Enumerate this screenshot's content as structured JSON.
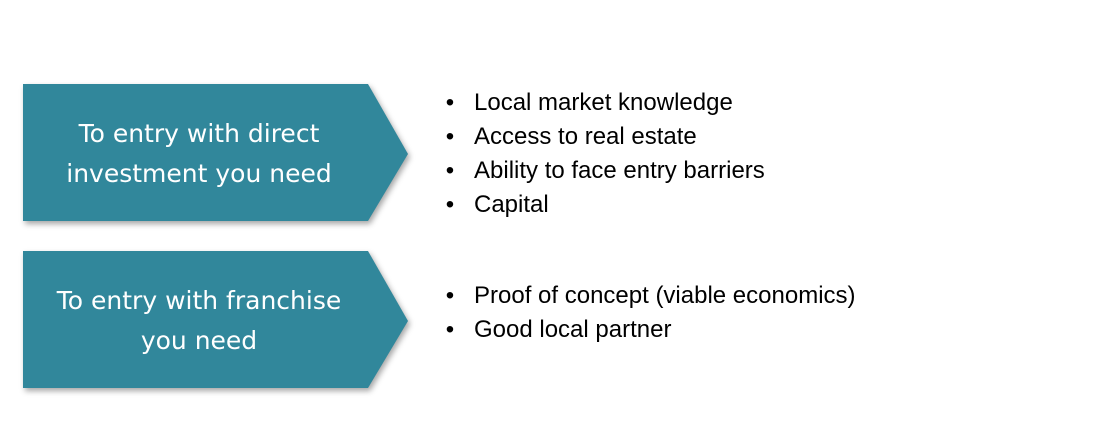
{
  "colors": {
    "arrow_fill": "#31879b",
    "arrow_text": "#ffffff",
    "bullet_text": "#000000"
  },
  "rows": [
    {
      "arrow_label": "To entry with direct\ninvestment you need",
      "bullets": [
        "Local market knowledge",
        "Access to real estate",
        "Ability to face entry barriers",
        "Capital"
      ]
    },
    {
      "arrow_label": "To entry with franchise\nyou need",
      "bullets": [
        "Proof of concept (viable economics)",
        "Good local partner"
      ]
    }
  ]
}
